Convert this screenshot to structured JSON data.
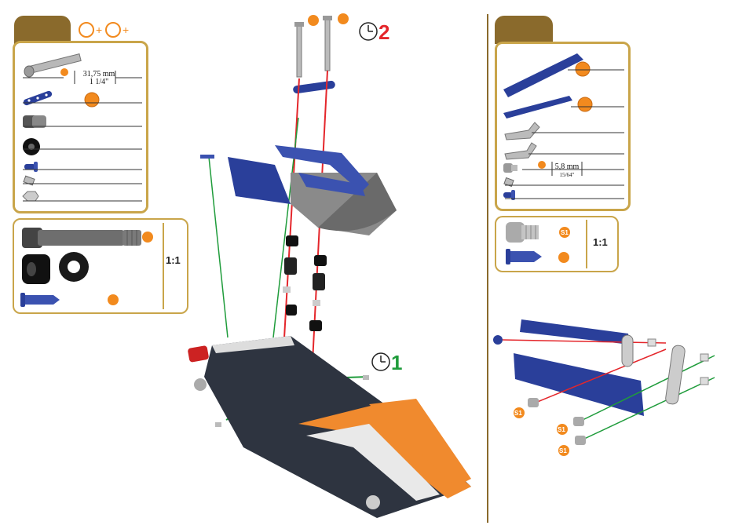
{
  "left_panel": {
    "dimension_metric": "31,75 mm",
    "dimension_imperial": "1 1/4\"",
    "ratio": "1:1"
  },
  "center": {
    "step_top": "2",
    "step_bottom": "1"
  },
  "right_panel": {
    "dimension_metric": "5,8 mm",
    "dimension_imperial": "15/64\"",
    "ratio": "1:1",
    "screw_badge": "S1",
    "callouts": [
      "S1",
      "S1",
      "S1"
    ]
  },
  "colors": {
    "gold_border": "#c9a54a",
    "tab_brown": "#8a6a2c",
    "orange_dot": "#f28a1e",
    "blue_part": "#2a3f9a",
    "step_red": "#e4262b",
    "step_green": "#1f9c3b"
  }
}
